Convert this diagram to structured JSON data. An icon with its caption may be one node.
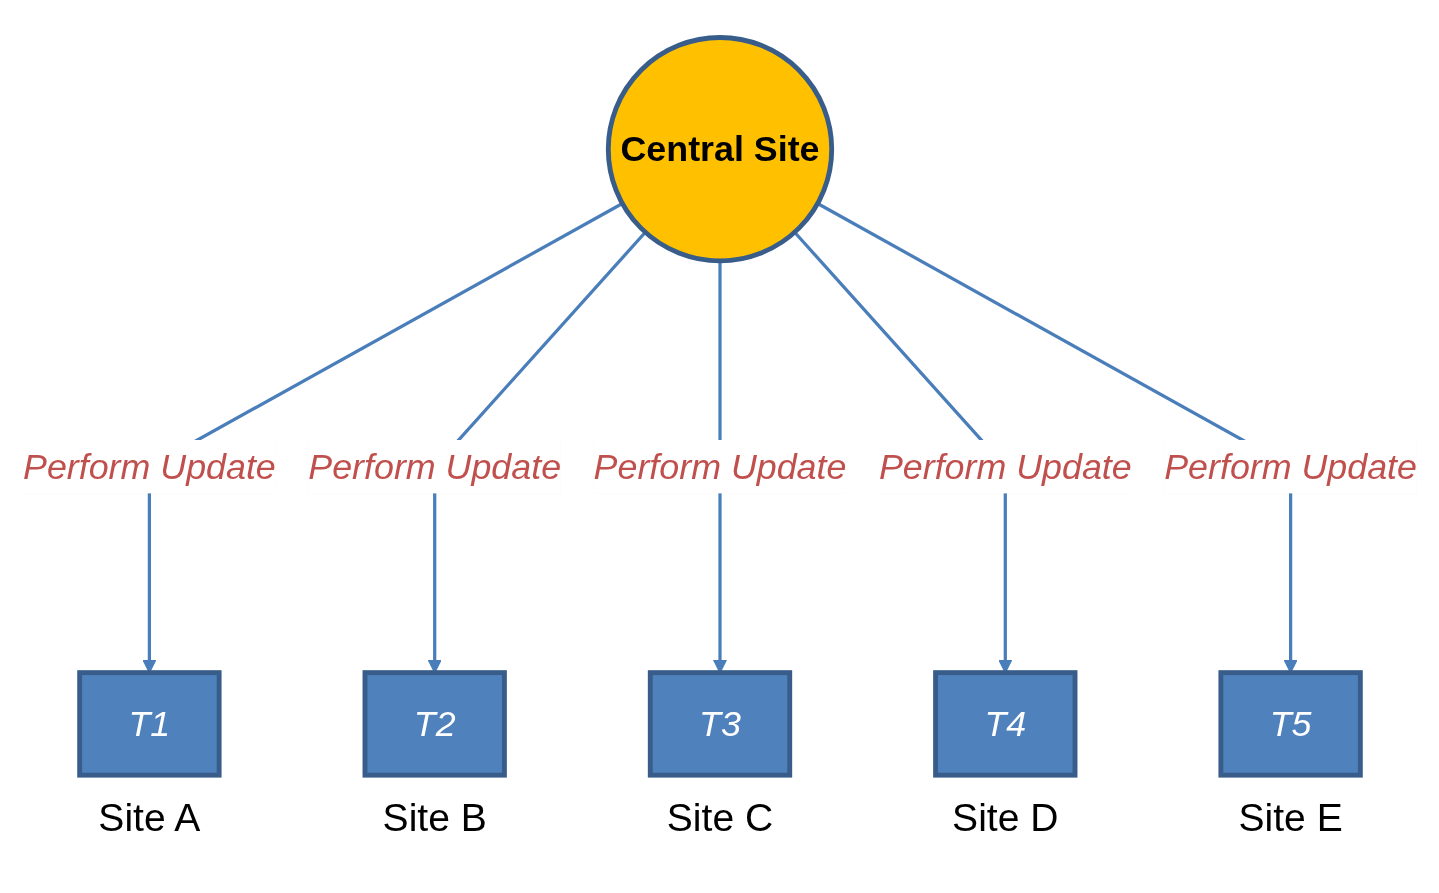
{
  "diagram": {
    "nodes": [
      {
        "text": [
          "Central Site"
        ]
      },
      {
        "text": [
          "T1"
        ],
        "beside": [
          "Site A"
        ]
      },
      {
        "text": [
          "T2"
        ],
        "beside": [
          "Site B"
        ]
      },
      {
        "text": [
          "T3"
        ],
        "beside": [
          "Site C"
        ]
      },
      {
        "text": [
          "T4"
        ],
        "beside": [
          "Site D"
        ]
      },
      {
        "text": [
          "T5"
        ],
        "beside": [
          "Site E"
        ]
      }
    ],
    "edges": [
      {
        "from": 0,
        "to": 1,
        "arrow": "to",
        "label": "Perform Update"
      },
      {
        "from": 0,
        "to": 2,
        "arrow": "to",
        "label": "Perform Update"
      },
      {
        "from": 0,
        "to": 3,
        "arrow": "to",
        "label": "Perform Update"
      },
      {
        "from": 0,
        "to": 4,
        "arrow": "to",
        "label": "Perform Update"
      },
      {
        "from": 0,
        "to": 5,
        "arrow": "to",
        "label": "Perform Update"
      }
    ]
  }
}
